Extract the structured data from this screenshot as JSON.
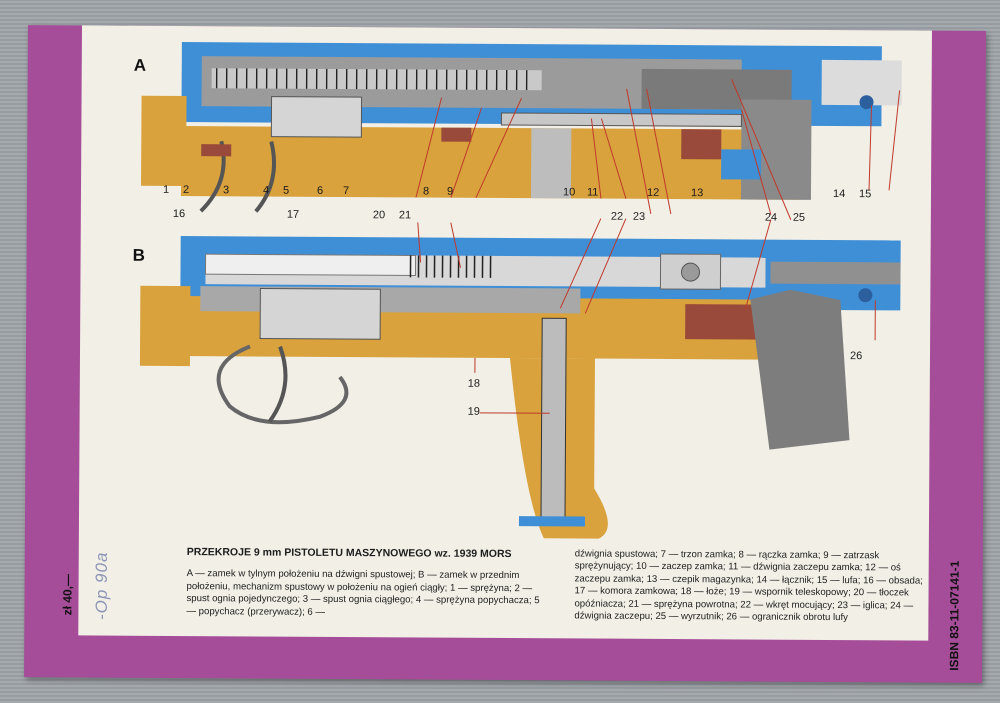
{
  "figure_labels": {
    "a": "A",
    "b": "B"
  },
  "callouts_a": [
    "1",
    "2",
    "3",
    "4",
    "5",
    "6",
    "7",
    "8",
    "9",
    "10",
    "11",
    "12",
    "13",
    "14",
    "15",
    "16",
    "17",
    "20",
    "21",
    "22",
    "23",
    "24",
    "25"
  ],
  "callouts_b": [
    "18",
    "19",
    "26"
  ],
  "caption": {
    "title": "PRZEKROJE 9 mm PISTOLETU MASZYNOWEGO wz. 1939 MORS",
    "col1": "A — zamek w tylnym położeniu na dźwigni spustowej; B — zamek w przednim położeniu, mechanizm spustowy w położeniu na ogień ciągły; 1 — sprężyna; 2 — spust ognia pojedynczego; 3 — spust ognia ciągłego; 4 — sprężyna popychacza; 5 — popychacz (przerywacz); 6 —",
    "col2": "dźwignia spustowa; 7 — trzon zamka; 8 — rączka zamka; 9 — zatrzask sprężynujący; 10 — zaczep zamka; 11 — dźwignia zaczepu zamka; 12 — oś zaczepu zamka; 13 — czepik magazynka; 14 — łącznik; 15 — lufa; 16 — obsada; 17 — komora zamkowa; 18 — łoże; 19 — wspornik teleskopowy; 20 — tłoczek opóźniacza; 21 — sprężyna powrotna; 22 — wkręt mocujący; 23 — iglica; 24 — dźwignia zaczepu; 25 — wyrzutnik; 26 — ogranicznik obrotu lufy"
  },
  "price": "zł 40,—",
  "isbn": "ISBN 83-11-07141-1",
  "pencil_note": "-Op 90a",
  "colors": {
    "steel_blue": "#3f8fd6",
    "grey": "#8c8c8c",
    "wood": "#d9a23c",
    "red_brown": "#9a4a3a",
    "cover": "#a64d9a"
  }
}
